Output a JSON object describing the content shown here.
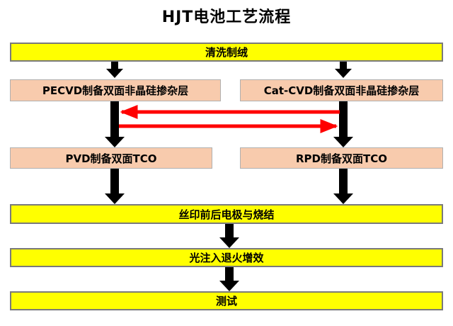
{
  "title": "HJT电池工艺流程",
  "steps": {
    "texturing": "清洗制绒",
    "left_amorphous": "PECVD制备双面非晶硅掺杂层",
    "right_amorphous": "Cat-CVD制备双面非晶硅掺杂层",
    "left_tco": "PVD制备双面TCO",
    "right_tco": "RPD制备双面TCO",
    "metallization": "丝印前后电极与烧结",
    "annealing": "光注入退火增效",
    "testing": "测试"
  },
  "colors": {
    "process_box": "#ffff00",
    "alt_box": "#f8cbad",
    "flow_arrow": "#000000",
    "alternative_arrow": "#ff0000"
  }
}
